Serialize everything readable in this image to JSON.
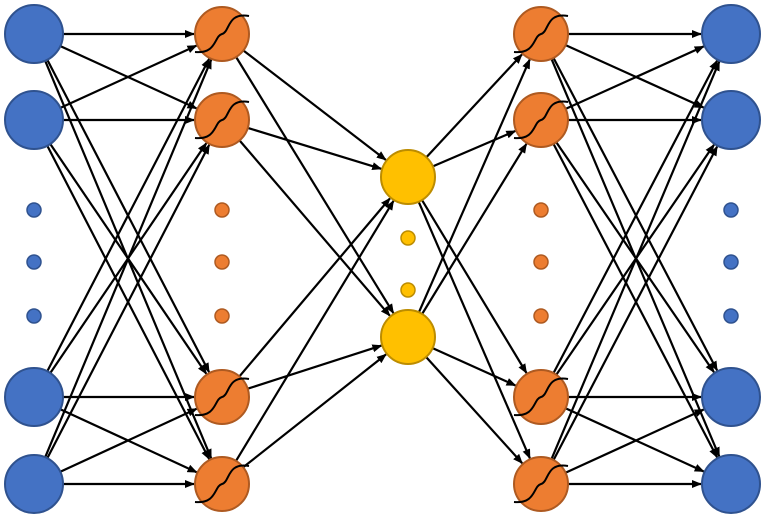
{
  "colors": {
    "input_fill": "#4472c4",
    "input_stroke": "#2f528f",
    "hidden_fill": "#ed7d31",
    "hidden_stroke": "#ae5a21",
    "latent_fill": "#ffc000",
    "latent_stroke": "#bc8c00",
    "edge": "#000000",
    "sigmoid": "#000000"
  },
  "layers": [
    {
      "id": "input",
      "role": "input-layer",
      "visible_neurons": 4,
      "ellipsis_dots": 3,
      "activation": "none"
    },
    {
      "id": "encoder-hidden",
      "role": "encoder-hidden-layer",
      "visible_neurons": 4,
      "ellipsis_dots": 3,
      "activation": "sigmoid"
    },
    {
      "id": "latent",
      "role": "bottleneck-layer",
      "visible_neurons": 2,
      "ellipsis_dots": 2,
      "activation": "none"
    },
    {
      "id": "decoder-hidden",
      "role": "decoder-hidden-layer",
      "visible_neurons": 4,
      "ellipsis_dots": 3,
      "activation": "sigmoid"
    },
    {
      "id": "output",
      "role": "output-layer",
      "visible_neurons": 4,
      "ellipsis_dots": 3,
      "activation": "none"
    }
  ],
  "connectivity": "fully-connected-adjacent-layers"
}
